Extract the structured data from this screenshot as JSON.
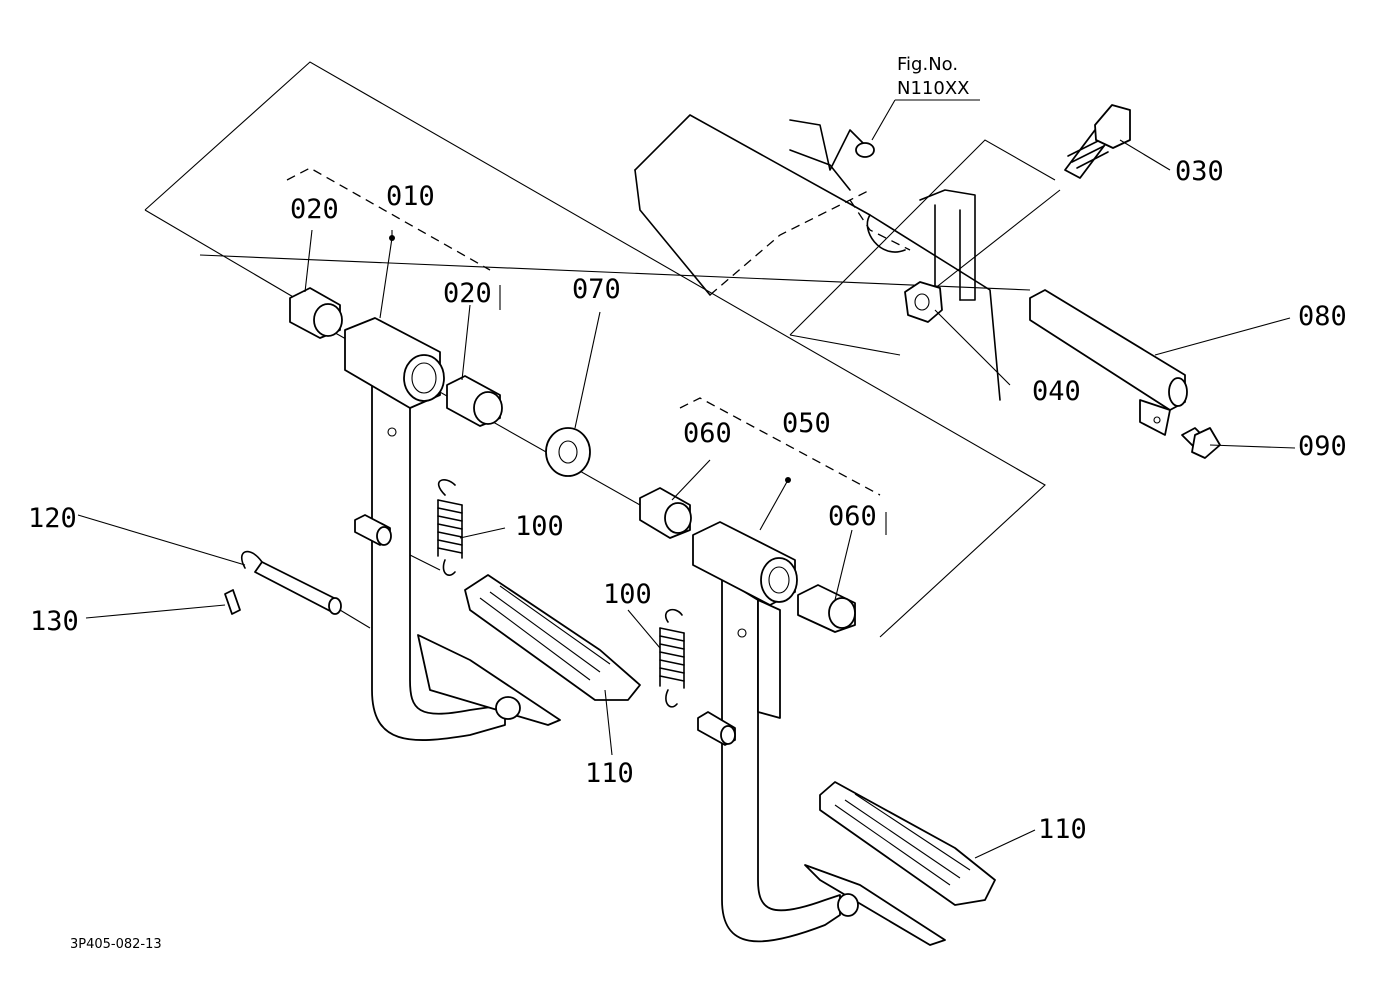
{
  "figure": {
    "fig_no_label": "Fig.No.",
    "fig_no_value": "N110XX",
    "drawing_code": "3P405-082-13"
  },
  "callouts": {
    "p010": "010",
    "p020a": "020",
    "p020b": "020",
    "p030": "030",
    "p040": "040",
    "p050": "050",
    "p060a": "060",
    "p060b": "060",
    "p070": "070",
    "p080": "080",
    "p090": "090",
    "p100a": "100",
    "p100b": "100",
    "p110a": "110",
    "p110b": "110",
    "p120": "120",
    "p130": "130"
  }
}
